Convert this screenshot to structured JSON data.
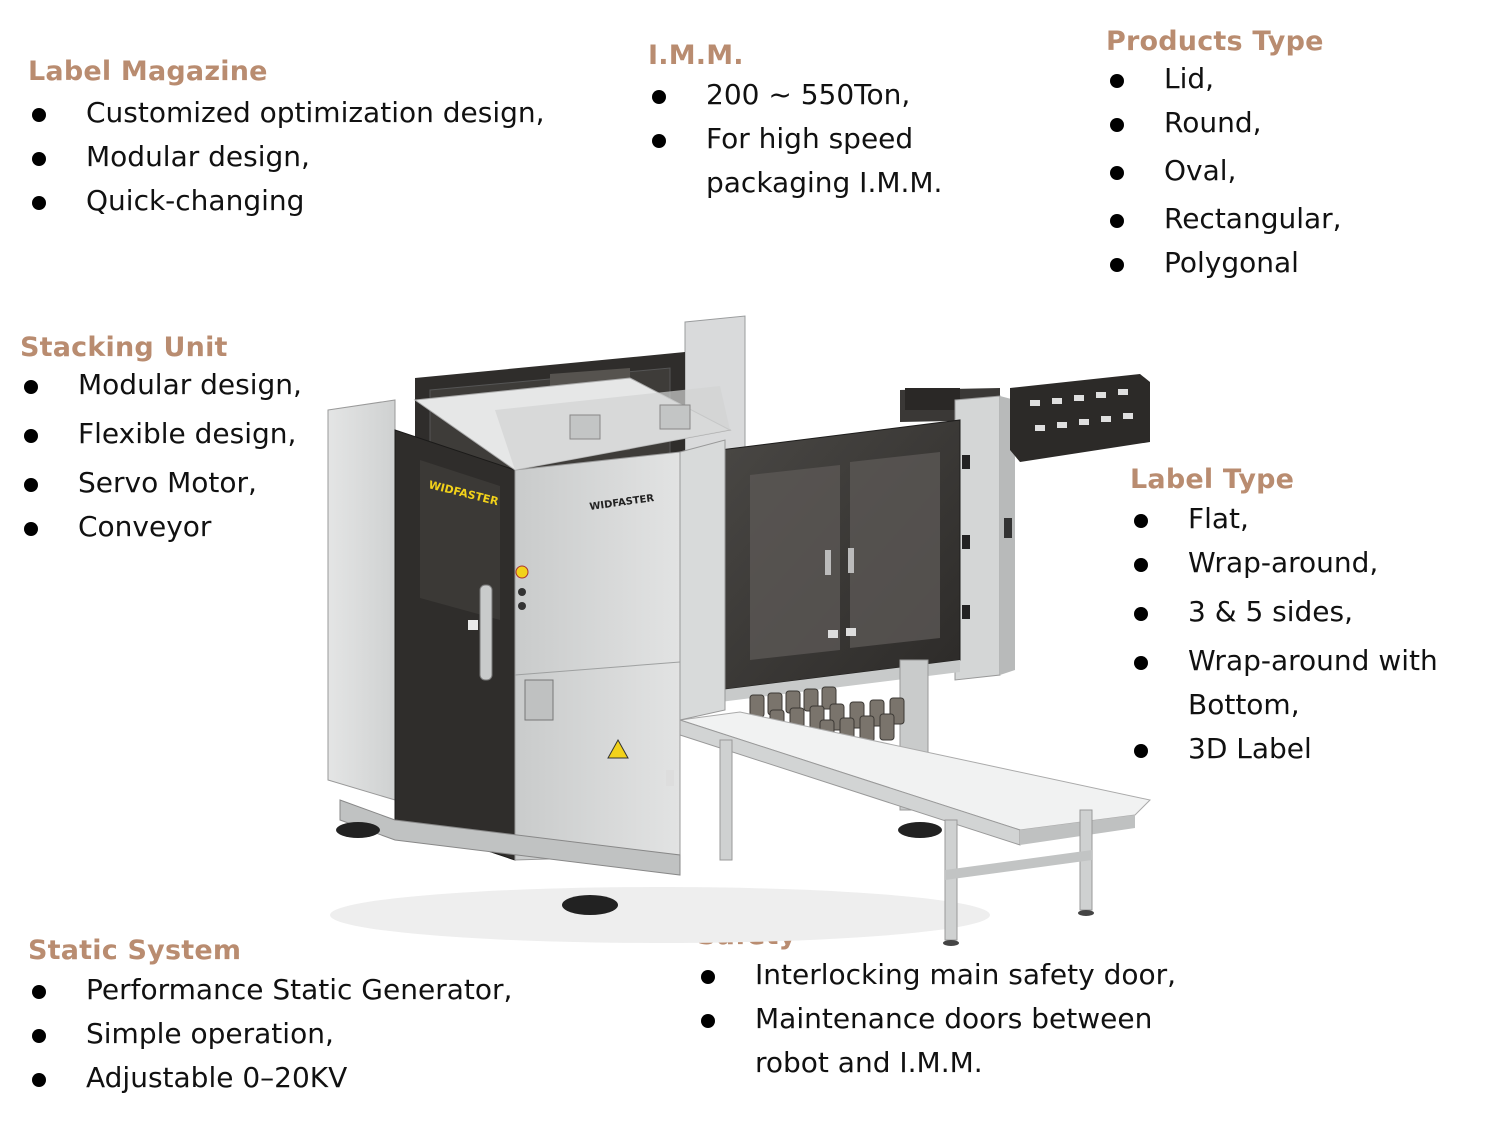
{
  "sections": {
    "label_magazine": {
      "title": "Label Magazine",
      "items": [
        "Customized optimization design,",
        "Modular design,",
        "Quick-changing"
      ]
    },
    "imm": {
      "title": "I.M.M.",
      "items": [
        "200 ~ 550Ton,",
        "For high speed"
      ],
      "continuation": "packaging I.M.M."
    },
    "products_type": {
      "title": "Products Type",
      "items": [
        "Lid,",
        "Round,",
        "Oval,",
        "Rectangular,",
        "Polygonal"
      ]
    },
    "stacking_unit": {
      "title": "Stacking Unit",
      "items": [
        "Modular design,",
        "Flexible design,",
        "Servo Motor,",
        "Conveyor"
      ]
    },
    "label_type": {
      "title": "Label Type",
      "items": [
        "Flat,",
        "Wrap-around,",
        "3 & 5 sides,",
        "Wrap-around with",
        "3D Label"
      ],
      "continuation": "Bottom,"
    },
    "static_system": {
      "title": "Static System",
      "items": [
        "Performance Static Generator,",
        "Simple operation,",
        "Adjustable  0–20KV"
      ]
    },
    "safety": {
      "title": "Safety",
      "items": [
        "Interlocking main safety door,",
        "Maintenance doors between"
      ],
      "continuation": "robot and I.M.M."
    }
  },
  "machine": {
    "brand_label_1": "WIDFASTER",
    "brand_label_2": "WIDFASTER"
  },
  "colors": {
    "heading": "#b98c70",
    "panel": "#d6d8d8",
    "dark_panel": "#2f2d2b",
    "accent_yellow": "#f2d21a"
  }
}
